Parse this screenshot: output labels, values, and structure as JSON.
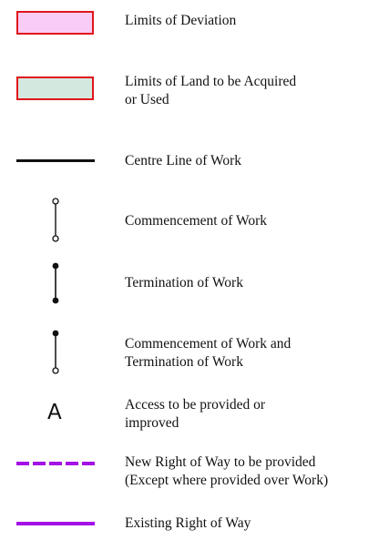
{
  "colors": {
    "deviation_fill": "#f8ccf4",
    "land_fill": "#d3e9df",
    "boundary": "#e0161b",
    "centre_line": "#111111",
    "right_of_way": "#a311e6",
    "marker": "#111111"
  },
  "legend": {
    "items": [
      {
        "symbol": "pink-filled-box-red-border",
        "lines": [
          "Limits of Deviation"
        ]
      },
      {
        "symbol": "green-filled-box-red-border",
        "lines": [
          "Limits of Land to be Acquired",
          "or Used"
        ]
      },
      {
        "symbol": "black-solid-line",
        "lines": [
          "Centre Line of Work"
        ]
      },
      {
        "symbol": "open-circle-endpoints-icon",
        "lines": [
          "Commencement of Work"
        ]
      },
      {
        "symbol": "filled-circle-endpoints-icon",
        "lines": [
          "Termination of Work"
        ]
      },
      {
        "symbol": "filled-top-open-bottom-icon",
        "lines": [
          "Commencement of Work and",
          "Termination of Work"
        ]
      },
      {
        "symbol": "letter",
        "glyph": "A",
        "lines": [
          "Access to be provided or",
          "improved"
        ]
      },
      {
        "symbol": "purple-dashed-line",
        "lines": [
          "New Right of Way to be provided",
          "(Except where provided over Work)"
        ]
      },
      {
        "symbol": "purple-solid-line",
        "lines": [
          "Existing Right of Way"
        ]
      }
    ]
  }
}
